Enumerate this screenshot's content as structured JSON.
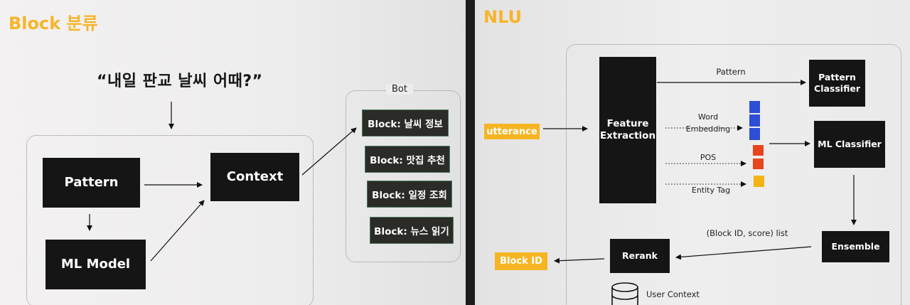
{
  "left_slide": {
    "title": "Block 분류",
    "query": "“내일 판교 날씨 어때?”",
    "pattern_label": "Pattern",
    "ml_model_label": "ML Model",
    "context_label": "Context",
    "bot_label": "Bot",
    "blocks": [
      "Block: 날씨 정보",
      "Block: 맛집 추천",
      "Block: 일정 조회",
      "Block: 뉴스 읽기"
    ]
  },
  "right_slide": {
    "title": "NLU",
    "utterance_label": "utterance",
    "feature_extraction_label": "Feature\nExtraction",
    "pattern_edge_label": "Pattern",
    "word_embedding_label": "Word\nEmbedding",
    "pos_label": "POS",
    "entity_tag_label": "Entity Tag",
    "pattern_classifier_label": "Pattern\nClassifier",
    "ml_classifier_label": "ML Classifier",
    "ensemble_label": "Ensemble",
    "list_label": "(Block ID, score) list",
    "rerank_label": "Rerank",
    "block_id_label": "Block ID",
    "user_context_label": "User Context",
    "colors": {
      "embedding": "#2c4fd6",
      "pos": "#e8451c",
      "entity": "#f4b313"
    }
  }
}
